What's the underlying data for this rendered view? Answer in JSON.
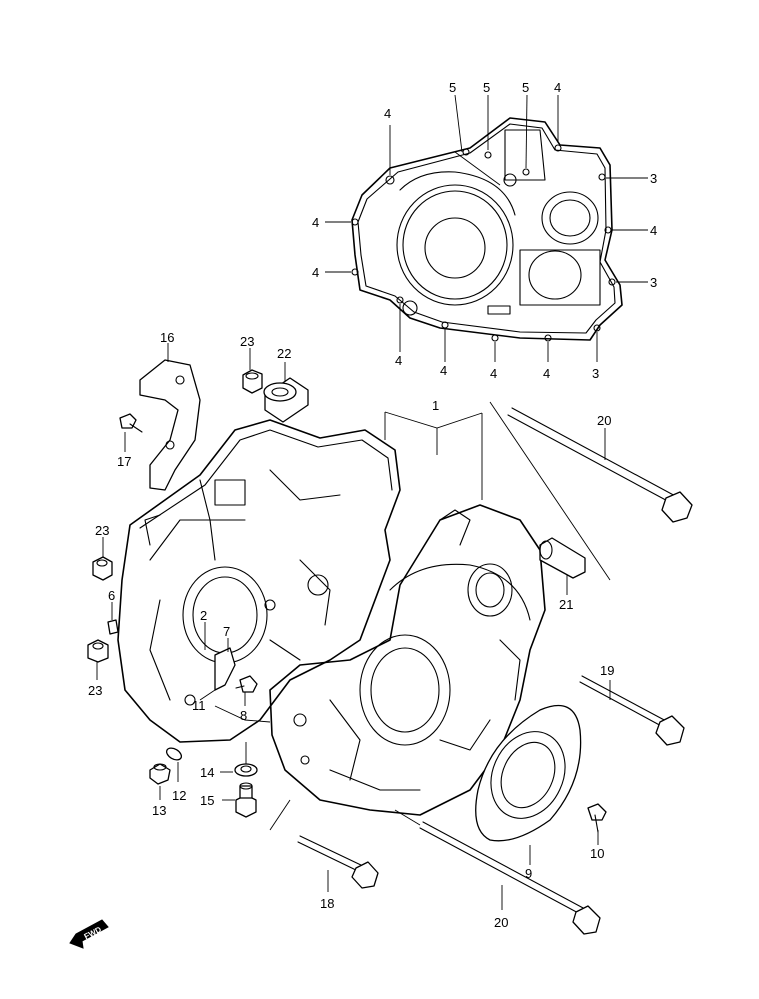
{
  "callouts": [
    {
      "id": "c-crankcase-right-cover-4a",
      "label": "4"
    },
    {
      "id": "c-5a",
      "label": "5"
    },
    {
      "id": "c-5b",
      "label": "5"
    },
    {
      "id": "c-5c",
      "label": "5"
    },
    {
      "id": "c-4b",
      "label": "4"
    },
    {
      "id": "c-3a",
      "label": "3"
    },
    {
      "id": "c-4c",
      "label": "4"
    },
    {
      "id": "c-4d",
      "label": "4"
    },
    {
      "id": "c-4e",
      "label": "4"
    },
    {
      "id": "c-3b",
      "label": "3"
    },
    {
      "id": "c-4f",
      "label": "4"
    },
    {
      "id": "c-4g",
      "label": "4"
    },
    {
      "id": "c-4h",
      "label": "4"
    },
    {
      "id": "c-4i",
      "label": "4"
    },
    {
      "id": "c-3c",
      "label": "3"
    },
    {
      "id": "c-16",
      "label": "16"
    },
    {
      "id": "c-23a",
      "label": "23"
    },
    {
      "id": "c-22",
      "label": "22"
    },
    {
      "id": "c-1",
      "label": "1"
    },
    {
      "id": "c-20a",
      "label": "20"
    },
    {
      "id": "c-17",
      "label": "17"
    },
    {
      "id": "c-23b",
      "label": "23"
    },
    {
      "id": "c-6",
      "label": "6"
    },
    {
      "id": "c-2",
      "label": "2"
    },
    {
      "id": "c-7",
      "label": "7"
    },
    {
      "id": "c-23c",
      "label": "23"
    },
    {
      "id": "c-21",
      "label": "21"
    },
    {
      "id": "c-19",
      "label": "19"
    },
    {
      "id": "c-8",
      "label": "8"
    },
    {
      "id": "c-11",
      "label": "11"
    },
    {
      "id": "c-14",
      "label": "14"
    },
    {
      "id": "c-12",
      "label": "12"
    },
    {
      "id": "c-13",
      "label": "13"
    },
    {
      "id": "c-15",
      "label": "15"
    },
    {
      "id": "c-10",
      "label": "10"
    },
    {
      "id": "c-9",
      "label": "9"
    },
    {
      "id": "c-18",
      "label": "18"
    },
    {
      "id": "c-20b",
      "label": "20"
    }
  ],
  "fwd_label": "FWD"
}
